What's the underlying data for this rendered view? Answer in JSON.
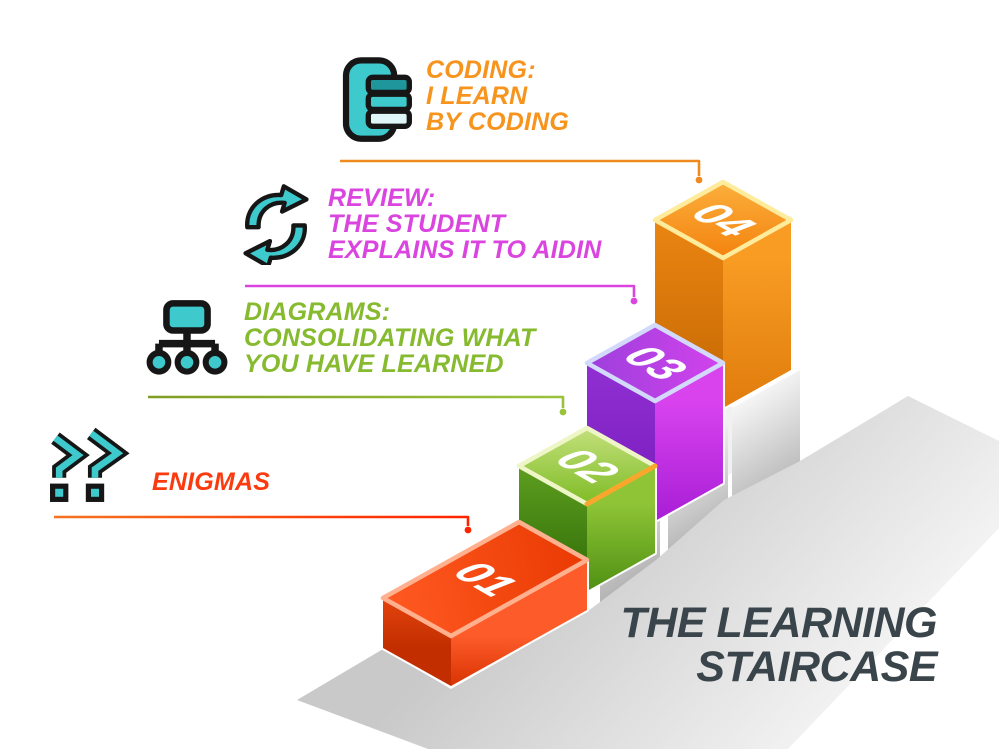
{
  "title": {
    "line1": "THE LEARNING",
    "line2": "STAIRCASE",
    "color": "#3a454b"
  },
  "icon_palette": {
    "teal": "#3ec9cd",
    "teal_dark": "#1f959c",
    "teal_pale": "#def6f7",
    "outline": "#161616"
  },
  "steps": [
    {
      "number": "01",
      "colors": {
        "top": [
          "#ff5a22",
          "#e93a02"
        ],
        "left": [
          "#e4430e",
          "#c22e00"
        ],
        "right": [
          "#fd5c2a",
          "#d93403"
        ],
        "edge": "#ffb08e"
      }
    },
    {
      "number": "02",
      "colors": {
        "top": [
          "#c3e07c",
          "#7fbc26"
        ],
        "left": [
          "#5d9e1f",
          "#3c7a0e"
        ],
        "right": [
          "#8ec436",
          "#4f9013"
        ],
        "edge": "#eef6c8",
        "edge2": "#f8a72c"
      }
    },
    {
      "number": "03",
      "colors": {
        "top": [
          "#9d3fdc",
          "#d243ec"
        ],
        "left": [
          "#9130d2",
          "#7c1fc0"
        ],
        "right": [
          "#d843ee",
          "#a81ed6"
        ],
        "edge": "#d3d9fb"
      }
    },
    {
      "number": "04",
      "colors": {
        "top": [
          "#fbaf3c",
          "#f4830f"
        ],
        "left": [
          "#ea8512",
          "#cb6d05"
        ],
        "right": [
          "#f89c24",
          "#e07c0c"
        ],
        "edge": "#ffeb9c"
      }
    }
  ],
  "callouts": [
    {
      "step": "04",
      "icon": "coding-book-icon",
      "lines": [
        "CODING:",
        "I LEARN",
        "BY CODING"
      ],
      "text_color": "#f7941e",
      "line_color": "#ee8a1e"
    },
    {
      "step": "03",
      "icon": "refresh-arrows-icon",
      "lines": [
        "REVIEW:",
        "THE STUDENT",
        "EXPLAINS IT TO AIDIN"
      ],
      "text_color": "#da45df",
      "line_color": "#da45df"
    },
    {
      "step": "02",
      "icon": "hierarchy-diagram-icon",
      "lines": [
        "DIAGRAMS:",
        "CONSOLIDATING WHAT",
        "YOU HAVE LEARNED"
      ],
      "text_color": "#86ba2f",
      "line_color": [
        "#7f9e23",
        "#9ac33c"
      ]
    },
    {
      "step": "01",
      "icon": "double-question-icon",
      "lines": [
        "ENIGMAS"
      ],
      "text_color": "#fb3b0f",
      "line_color": [
        "#f4731f",
        "#ff2400"
      ]
    }
  ]
}
